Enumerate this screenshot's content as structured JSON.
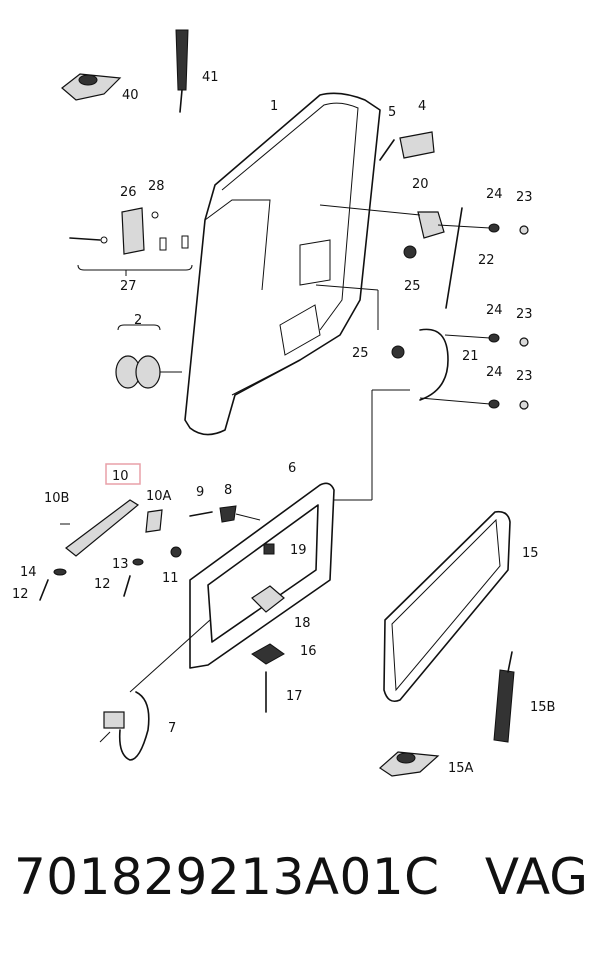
{
  "diagram": {
    "labels": {
      "l1": "1",
      "l2": "2",
      "l4": "4",
      "l5": "5",
      "l6": "6",
      "l7": "7",
      "l9": "9",
      "l10": "10",
      "l10a": "10A",
      "l10b": "10B",
      "l11": "11",
      "l12a": "12",
      "l12b": "12",
      "l13": "13",
      "l14": "14",
      "l15": "15",
      "l15a": "15A",
      "l15b": "15B",
      "l16": "16",
      "l17": "17",
      "l18": "18",
      "l19": "19",
      "l20": "20",
      "l21": "21",
      "l22": "22",
      "l23a": "23",
      "l23b": "23",
      "l23c": "23",
      "l24a": "24",
      "l24b": "24",
      "l24c": "24",
      "l25a": "25",
      "l25b": "25",
      "l26": "26",
      "l27": "27",
      "l28": "28",
      "l8": "8",
      "l40": "40",
      "l41": "41"
    },
    "highlight_color": "#e8a0a8"
  },
  "footer": {
    "part_number": "701829213A01C",
    "brand": "VAG"
  }
}
